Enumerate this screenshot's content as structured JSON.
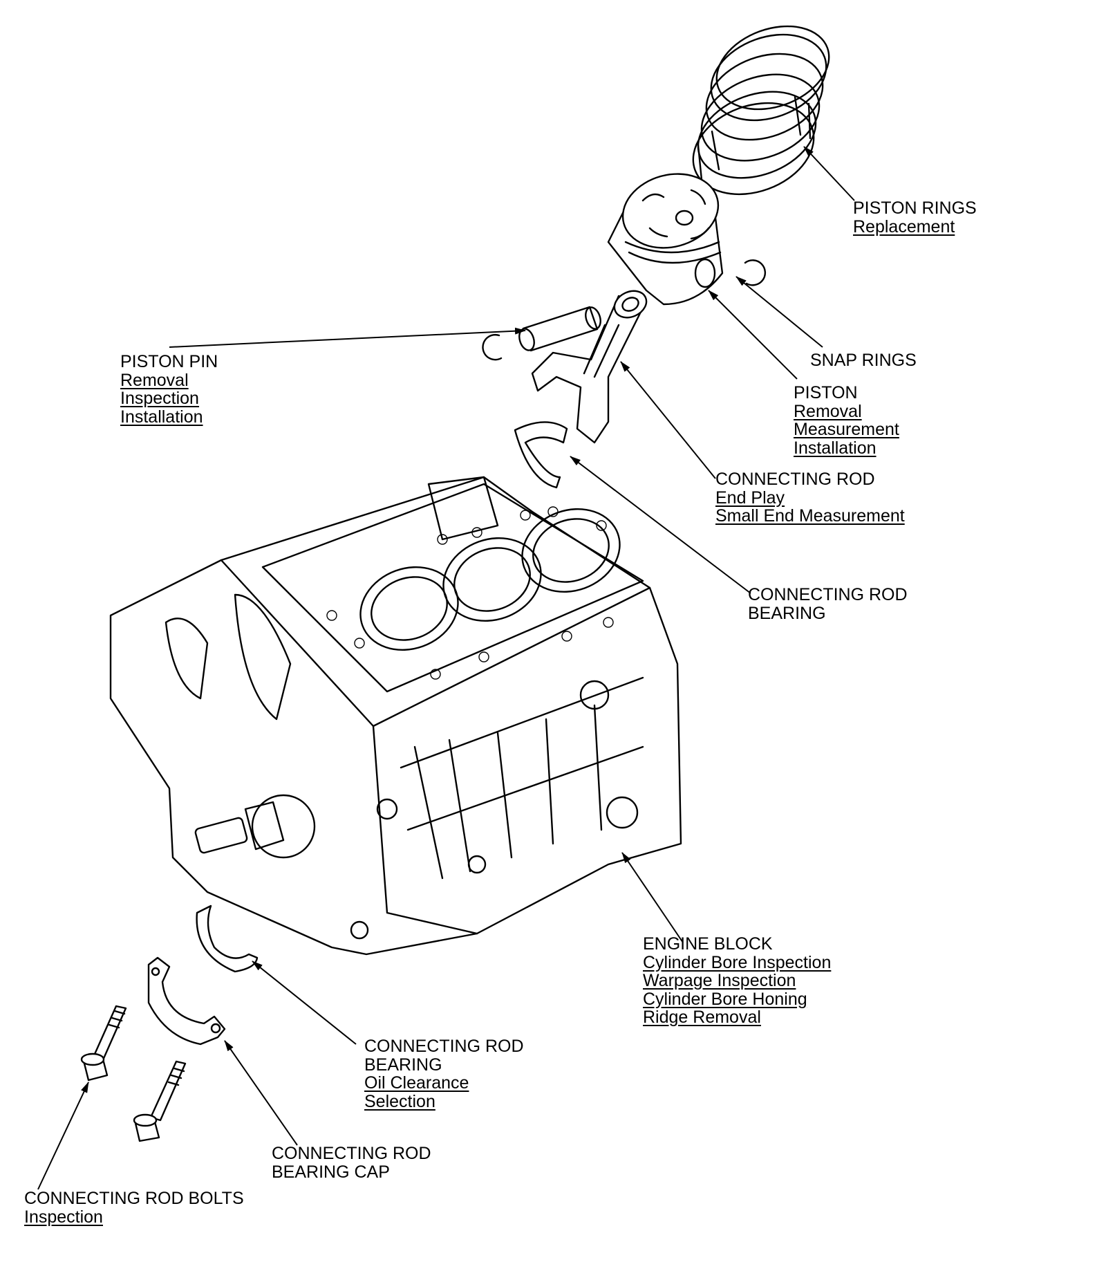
{
  "callouts": {
    "piston_rings": {
      "title": "PISTON RINGS",
      "links": [
        "Replacement"
      ]
    },
    "snap_rings": {
      "title": "SNAP RINGS",
      "links": []
    },
    "piston": {
      "title": "PISTON",
      "links": [
        "Removal",
        "Measurement",
        "Installation"
      ]
    },
    "piston_pin": {
      "title": "PISTON PIN",
      "links": [
        "Removal",
        "Inspection",
        "Installation"
      ]
    },
    "connecting_rod": {
      "title": "CONNECTING ROD",
      "links": [
        "End Play",
        "Small End Measurement"
      ]
    },
    "connecting_rod_bearing_upper": {
      "title_lines": [
        "CONNECTING ROD",
        "BEARING"
      ],
      "links": []
    },
    "engine_block": {
      "title": "ENGINE BLOCK",
      "links": [
        "Cylinder Bore Inspection",
        "Warpage Inspection",
        "Cylinder Bore Honing",
        "Ridge Removal"
      ]
    },
    "connecting_rod_bearing_lower": {
      "title_lines": [
        "CONNECTING ROD",
        "BEARING"
      ],
      "links": [
        "Oil Clearance",
        "Selection"
      ]
    },
    "connecting_rod_bearing_cap": {
      "title_lines": [
        "CONNECTING ROD",
        "BEARING CAP"
      ],
      "links": []
    },
    "connecting_rod_bolts": {
      "title": "CONNECTING ROD BOLTS",
      "links": [
        "Inspection"
      ]
    }
  },
  "parts": [
    "piston-rings",
    "piston",
    "snap-ring",
    "piston-pin",
    "connecting-rod",
    "connecting-rod-bearing",
    "engine-block",
    "connecting-rod-bearing-cap",
    "connecting-rod-bolt"
  ]
}
